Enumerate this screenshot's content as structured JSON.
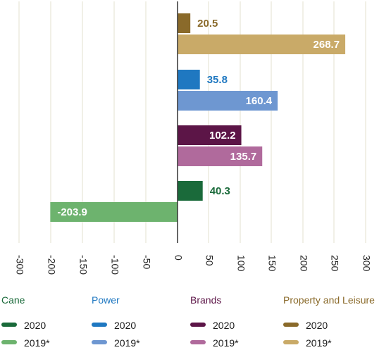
{
  "chart_data": {
    "type": "bar",
    "orientation": "horizontal",
    "xlim": [
      -300,
      300
    ],
    "xticks": [
      "-300",
      "-200",
      "-150",
      "-100",
      "-50",
      "0",
      "50",
      "100",
      "150",
      "200",
      "250",
      "300"
    ],
    "grid": true,
    "legend_placement": "bottom",
    "groups": [
      {
        "name": "Property and Leisure",
        "bars": [
          {
            "series": "2020",
            "value": 20.5,
            "label": "20.5",
            "color": "#8a6a2a",
            "label_color": "#8a6a2a"
          },
          {
            "series": "2019*",
            "value": 268.7,
            "label": "268.7",
            "color": "#c9aa68",
            "label_color": "#ffffff"
          }
        ]
      },
      {
        "name": "Power",
        "bars": [
          {
            "series": "2020",
            "value": 35.8,
            "label": "35.8",
            "color": "#1f78c1",
            "label_color": "#1f78c1"
          },
          {
            "series": "2019*",
            "value": 160.4,
            "label": "160.4",
            "color": "#6e97d1",
            "label_color": "#ffffff"
          }
        ]
      },
      {
        "name": "Brands",
        "bars": [
          {
            "series": "2020",
            "value": 102.2,
            "label": "102.2",
            "color": "#5c1547",
            "label_color": "#ffffff"
          },
          {
            "series": "2019*",
            "value": 135.7,
            "label": "135.7",
            "color": "#b06a9c",
            "label_color": "#ffffff"
          }
        ]
      },
      {
        "name": "Cane",
        "bars": [
          {
            "series": "2020",
            "value": 40.3,
            "label": "40.3",
            "color": "#1a6a3a",
            "label_color": "#1a6a3a"
          },
          {
            "series": "2019*",
            "value": -203.9,
            "label": "-203.9",
            "color": "#6db36e",
            "label_color": "#ffffff"
          }
        ]
      }
    ]
  },
  "legend": [
    {
      "title": "Cane",
      "title_color": "#1a6a3a",
      "entries": [
        {
          "label": "2020",
          "color": "#1a6a3a"
        },
        {
          "label": "2019*",
          "color": "#6db36e"
        }
      ]
    },
    {
      "title": "Power",
      "title_color": "#1f78c1",
      "entries": [
        {
          "label": "2020",
          "color": "#1f78c1"
        },
        {
          "label": "2019*",
          "color": "#6e97d1"
        }
      ]
    },
    {
      "title": "Brands",
      "title_color": "#5c1547",
      "entries": [
        {
          "label": "2020",
          "color": "#5c1547"
        },
        {
          "label": "2019*",
          "color": "#b06a9c"
        }
      ]
    },
    {
      "title": "Property and Leisure",
      "title_color": "#8a6a2a",
      "entries": [
        {
          "label": "2020",
          "color": "#8a6a2a"
        },
        {
          "label": "2019*",
          "color": "#c9aa68"
        }
      ]
    }
  ],
  "colors": {
    "grid": "#e3e2cf",
    "axis": "#333333"
  }
}
